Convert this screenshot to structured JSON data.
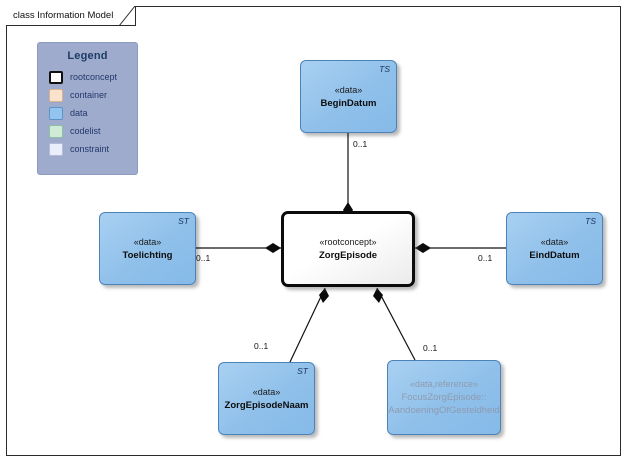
{
  "frame": {
    "title": "class Information Model"
  },
  "legend": {
    "title": "Legend",
    "items": [
      {
        "label": "rootconcept",
        "color": "#ffffff",
        "border": "#101010"
      },
      {
        "label": "container",
        "color": "#fae2cd",
        "border": "#d8b48f"
      },
      {
        "label": "data",
        "color": "#93c4ef",
        "border": "#5c93c7"
      },
      {
        "label": "codelist",
        "color": "#cdebd6",
        "border": "#8fbf9f"
      },
      {
        "label": "constraint",
        "color": "#ebeefb",
        "border": "#b6bcd8"
      }
    ]
  },
  "diagram": {
    "nodes": {
      "root": {
        "stereotype": "«rootconcept»",
        "name": "ZorgEpisode",
        "kind": "rootconcept",
        "fill": "#ffffff"
      },
      "begindatum": {
        "stereotype": "«data»",
        "name": "BeginDatum",
        "type_tag": "TS",
        "kind": "data",
        "fill": "#93c4ef"
      },
      "toelichting": {
        "stereotype": "«data»",
        "name": "Toelichting",
        "type_tag": "ST",
        "kind": "data",
        "fill": "#93c4ef"
      },
      "einddatum": {
        "stereotype": "«data»",
        "name": "EindDatum",
        "type_tag": "TS",
        "kind": "data",
        "fill": "#93c4ef"
      },
      "zorgepisodenaam": {
        "stereotype": "«data»",
        "name": "ZorgEpisodeNaam",
        "type_tag": "ST",
        "kind": "data",
        "fill": "#93c4ef"
      },
      "focuszorgepisode": {
        "stereotype": "«data,reference»",
        "name_line1": "FocusZorgEpisode::",
        "name_line2": "AandoeningOfGesteldheid",
        "kind": "data-reference",
        "fill": "#93c4ef"
      }
    },
    "relationships": [
      {
        "from": "ZorgEpisode",
        "to": "BeginDatum",
        "type": "composition",
        "multiplicity": "0..1"
      },
      {
        "from": "ZorgEpisode",
        "to": "Toelichting",
        "type": "composition",
        "multiplicity": "0..1"
      },
      {
        "from": "ZorgEpisode",
        "to": "EindDatum",
        "type": "composition",
        "multiplicity": "0..1"
      },
      {
        "from": "ZorgEpisode",
        "to": "ZorgEpisodeNaam",
        "type": "composition",
        "multiplicity": "0..1"
      },
      {
        "from": "ZorgEpisode",
        "to": "FocusZorgEpisode::AandoeningOfGesteldheid",
        "type": "composition",
        "multiplicity": "0..1"
      }
    ],
    "multiplicity_labels": {
      "top": "0..1",
      "left": "0..1",
      "right": "0..1",
      "bottom_left": "0..1",
      "bottom_right": "0..1"
    }
  }
}
